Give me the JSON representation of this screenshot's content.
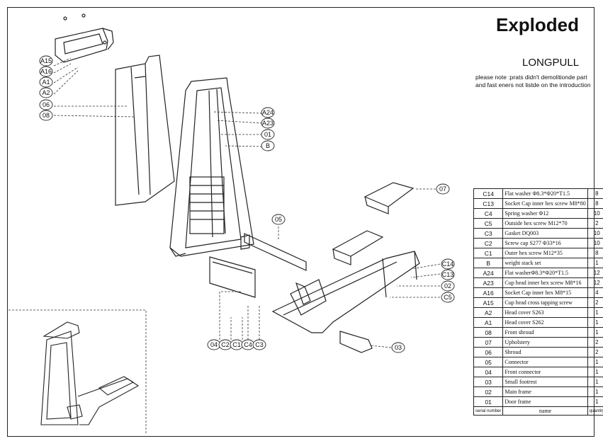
{
  "title": "Exploded",
  "subtitle": "LONGPULL",
  "note": "please note :prats didn't demolitionde part and fast eners not listde on the introduction",
  "callouts": [
    "A15",
    "A16",
    "A1",
    "A2",
    "06",
    "08",
    "A24",
    "A23",
    "01",
    "B",
    "05",
    "07",
    "C14",
    "C13",
    "02",
    "C5",
    "04",
    "C2",
    "C1",
    "C4",
    "C3",
    "03"
  ],
  "parts": [
    {
      "code": "C14",
      "name": "Flat washer Φ8.3*Φ20*T1.5",
      "qty": "8"
    },
    {
      "code": "C13",
      "name": "Socket Cap inner hex screw M8*80",
      "qty": "8"
    },
    {
      "code": "C4",
      "name": "Spring washer Φ12",
      "qty": "10"
    },
    {
      "code": "C5",
      "name": "Outside hex screw M12*70",
      "qty": "2"
    },
    {
      "code": "C3",
      "name": "Gasket DQ003",
      "qty": "10"
    },
    {
      "code": "C2",
      "name": "Screw cap S277  Φ33*16",
      "qty": "10"
    },
    {
      "code": "C1",
      "name": "Outer hex screw M12*35",
      "qty": "8"
    },
    {
      "code": "B",
      "name": "weight stack set",
      "qty": "1"
    },
    {
      "code": "A24",
      "name": "Flat washerΦ8.3*Φ20*T1.5",
      "qty": "12"
    },
    {
      "code": "A23",
      "name": "Cup head inner hex screw M8*16",
      "qty": "12"
    },
    {
      "code": "A16",
      "name": "Socket Cap inner hex M8*15",
      "qty": "4"
    },
    {
      "code": "A15",
      "name": "Cup head cross tapping screw",
      "qty": "2"
    },
    {
      "code": "A2",
      "name": "Head cover  S263",
      "qty": "1"
    },
    {
      "code": "A1",
      "name": "Head cover S262",
      "qty": "1"
    },
    {
      "code": "08",
      "name": "Front shroud",
      "qty": "1"
    },
    {
      "code": "07",
      "name": "Upholstery",
      "qty": "2"
    },
    {
      "code": "06",
      "name": "Shroud",
      "qty": "2"
    },
    {
      "code": "05",
      "name": "Connector",
      "qty": "1"
    },
    {
      "code": "04",
      "name": "Front connector",
      "qty": "1"
    },
    {
      "code": "03",
      "name": "Small footrest",
      "qty": "1"
    },
    {
      "code": "02",
      "name": "Main frame",
      "qty": "1"
    },
    {
      "code": "01",
      "name": "Door frame",
      "qty": "1"
    }
  ],
  "table_header": {
    "code": "serial number",
    "name": "name",
    "qty": "quantity"
  }
}
